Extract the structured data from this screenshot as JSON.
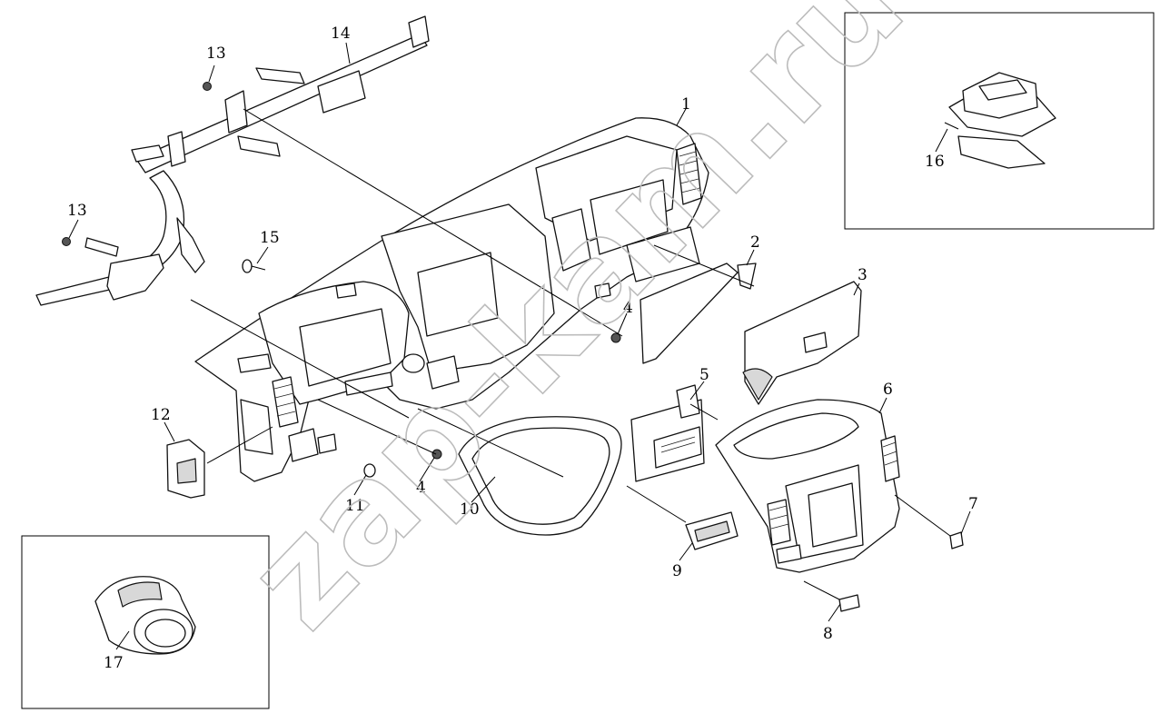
{
  "watermark": "zap-kam.ru",
  "corner_mark": "",
  "callouts": [
    {
      "id": "c1",
      "text": "1"
    },
    {
      "id": "c2",
      "text": "2"
    },
    {
      "id": "c3",
      "text": "3"
    },
    {
      "id": "c4a",
      "text": "4"
    },
    {
      "id": "c4b",
      "text": "4"
    },
    {
      "id": "c5",
      "text": "5"
    },
    {
      "id": "c6",
      "text": "6"
    },
    {
      "id": "c7",
      "text": "7"
    },
    {
      "id": "c8",
      "text": "8"
    },
    {
      "id": "c9",
      "text": "9"
    },
    {
      "id": "c10",
      "text": "10"
    },
    {
      "id": "c11",
      "text": "11"
    },
    {
      "id": "c12",
      "text": "12"
    },
    {
      "id": "c13a",
      "text": "13"
    },
    {
      "id": "c13b",
      "text": "13"
    },
    {
      "id": "c14",
      "text": "14"
    },
    {
      "id": "c15",
      "text": "15"
    },
    {
      "id": "c16",
      "text": "16"
    },
    {
      "id": "c17",
      "text": "17"
    }
  ]
}
